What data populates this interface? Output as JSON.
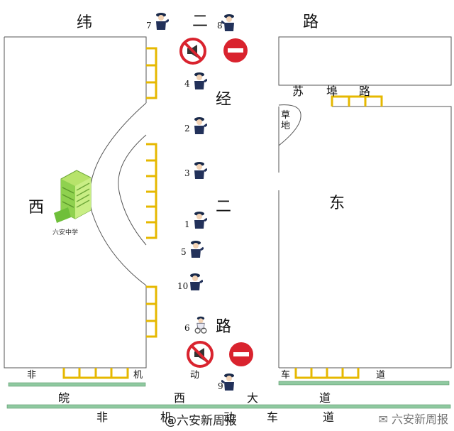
{
  "roads": {
    "top_road": [
      "纬",
      "二",
      "路"
    ],
    "center_road": [
      "经",
      "二",
      "路"
    ],
    "east_road": [
      "苏",
      "埠",
      "路"
    ],
    "bottom_road": [
      "皖",
      "西",
      "大",
      "道"
    ],
    "bottom_lane_left": [
      "非",
      "机",
      "动"
    ],
    "bottom_lane_right": [
      "车",
      "道"
    ],
    "bottom_lane2": [
      "非",
      "机",
      "动",
      "车",
      "道"
    ]
  },
  "areas": {
    "west": "西",
    "east": "东",
    "grass": [
      "草",
      "地"
    ],
    "school_name": "六安中学"
  },
  "officers": [
    {
      "label": "7"
    },
    {
      "label": "8"
    },
    {
      "label": "4"
    },
    {
      "label": "2"
    },
    {
      "label": "3"
    },
    {
      "label": "1"
    },
    {
      "label": "5"
    },
    {
      "label": "10"
    },
    {
      "label": "6"
    },
    {
      "label": "9"
    }
  ],
  "signs": [
    "no-horn-sign",
    "no-entry-sign",
    "no-horn-sign",
    "no-entry-sign"
  ],
  "watermark": {
    "center": "@六安新周报",
    "right": "六安新周报"
  },
  "colors": {
    "parking": "#e6b800",
    "sign_red": "#d9232e",
    "grass_strip": "#8fc9a0",
    "building": "#8fd14f"
  }
}
